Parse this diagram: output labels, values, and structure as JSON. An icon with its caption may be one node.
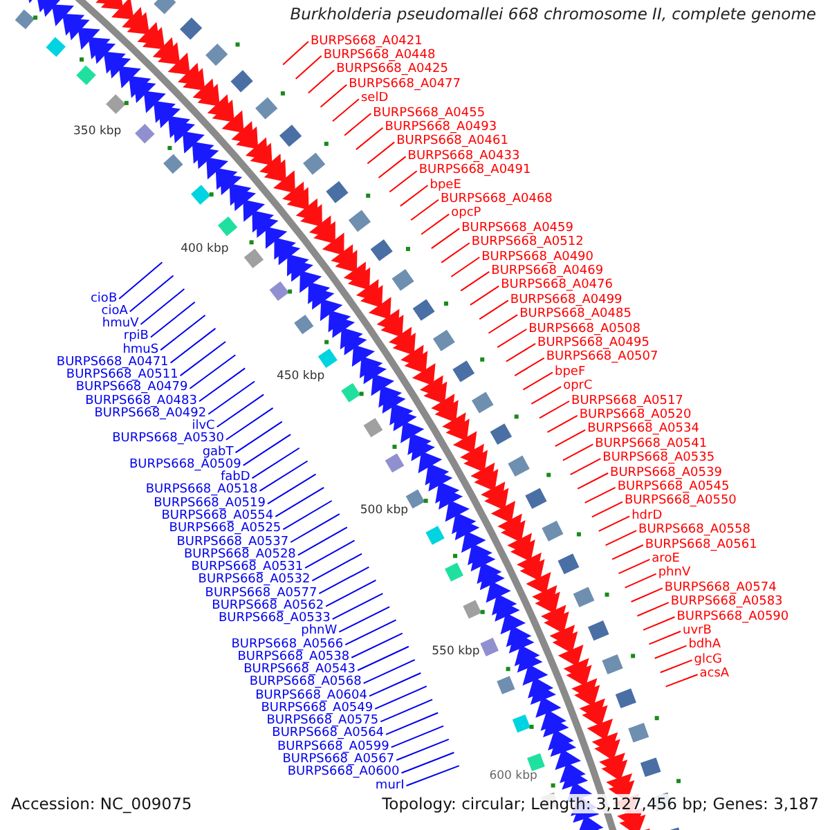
{
  "diagram": {
    "title": "Burkholderia pseudomallei 668 chromosome II, complete genome",
    "nodes": [
      {
        "text": [
          "BURPS668_A0421"
        ]
      },
      {
        "text": [
          "BURPS668_A0448"
        ]
      },
      {
        "text": [
          "BURPS668_A0425"
        ]
      },
      {
        "text": [
          "BURPS668_A0477"
        ]
      },
      {
        "text": [
          "selD"
        ]
      },
      {
        "text": [
          "BURPS668_A0455"
        ]
      },
      {
        "text": [
          "BURPS668_A0493"
        ]
      },
      {
        "text": [
          "BURPS668_A0461"
        ]
      },
      {
        "text": [
          "BURPS668_A0433"
        ]
      },
      {
        "text": [
          "BURPS668_A0491"
        ]
      },
      {
        "text": [
          "bpeE"
        ]
      },
      {
        "text": [
          "BURPS668_A0468"
        ]
      },
      {
        "text": [
          "opcP"
        ]
      },
      {
        "text": [
          "BURPS668_A0459"
        ]
      },
      {
        "text": [
          "BURPS668_A0512"
        ]
      },
      {
        "text": [
          "BURPS668_A0490"
        ]
      },
      {
        "text": [
          "BURPS668_A0469"
        ]
      },
      {
        "text": [
          "BURPS668_A0476"
        ]
      },
      {
        "text": [
          "BURPS668_A0499"
        ]
      },
      {
        "text": [
          "BURPS668_A0485"
        ]
      },
      {
        "text": [
          "BURPS668_A0508"
        ]
      },
      {
        "text": [
          "BURPS668_A0495"
        ]
      },
      {
        "text": [
          "BURPS668_A0507"
        ]
      },
      {
        "text": [
          "bpeF"
        ]
      },
      {
        "text": [
          "oprC"
        ]
      },
      {
        "text": [
          "BURPS668_A0517"
        ]
      },
      {
        "text": [
          "BURPS668_A0520"
        ]
      },
      {
        "text": [
          "BURPS668_A0534"
        ]
      },
      {
        "text": [
          "BURPS668_A0541"
        ]
      },
      {
        "text": [
          "BURPS668_A0535"
        ]
      },
      {
        "text": [
          "BURPS668_A0539"
        ]
      },
      {
        "text": [
          "BURPS668_A0545"
        ]
      },
      {
        "text": [
          "BURPS668_A0550"
        ]
      },
      {
        "text": [
          "hdrD"
        ]
      },
      {
        "text": [
          "BURPS668_A0558"
        ]
      },
      {
        "text": [
          "BURPS668_A0561"
        ]
      },
      {
        "text": [
          "aroE"
        ]
      },
      {
        "text": [
          "phnV"
        ]
      },
      {
        "text": [
          "BURPS668_A0574"
        ]
      },
      {
        "text": [
          "BURPS668_A0583"
        ]
      },
      {
        "text": [
          "BURPS668_A0590"
        ]
      },
      {
        "text": [
          "uvrB"
        ]
      },
      {
        "text": [
          "bdhA"
        ]
      },
      {
        "text": [
          "glcG"
        ]
      },
      {
        "text": [
          "acsA"
        ]
      },
      {
        "text": [
          "cioB"
        ]
      },
      {
        "text": [
          "cioA"
        ]
      },
      {
        "text": [
          "hmuV"
        ]
      },
      {
        "text": [
          "rpiB"
        ]
      },
      {
        "text": [
          "hmuS"
        ]
      },
      {
        "text": [
          "BURPS668_A0471"
        ]
      },
      {
        "text": [
          "BURPS668_A0511"
        ]
      },
      {
        "text": [
          "BURPS668_A0479"
        ]
      },
      {
        "text": [
          "BURPS668_A0483"
        ]
      },
      {
        "text": [
          "BURPS668_A0492"
        ]
      },
      {
        "text": [
          "ilvC"
        ]
      },
      {
        "text": [
          "BURPS668_A0530"
        ]
      },
      {
        "text": [
          "gabT"
        ]
      },
      {
        "text": [
          "BURPS668_A0509"
        ]
      },
      {
        "text": [
          "fabD"
        ]
      },
      {
        "text": [
          "BURPS668_A0518"
        ]
      },
      {
        "text": [
          "BURPS668_A0519"
        ]
      },
      {
        "text": [
          "BURPS668_A0554"
        ]
      },
      {
        "text": [
          "BURPS668_A0525"
        ]
      },
      {
        "text": [
          "BURPS668_A0537"
        ]
      },
      {
        "text": [
          "BURPS668_A0528"
        ]
      },
      {
        "text": [
          "BURPS668_A0531"
        ]
      },
      {
        "text": [
          "BURPS668_A0532"
        ]
      },
      {
        "text": [
          "BURPS668_A0577"
        ]
      },
      {
        "text": [
          "BURPS668_A0562"
        ]
      },
      {
        "text": [
          "BURPS668_A0533"
        ]
      },
      {
        "text": [
          "phnW"
        ]
      },
      {
        "text": [
          "BURPS668_A0566"
        ]
      },
      {
        "text": [
          "BURPS668_A0538"
        ]
      },
      {
        "text": [
          "BURPS668_A0543"
        ]
      },
      {
        "text": [
          "BURPS668_A0568"
        ]
      },
      {
        "text": [
          "BURPS668_A0604"
        ]
      },
      {
        "text": [
          "BURPS668_A0549"
        ]
      },
      {
        "text": [
          "BURPS668_A0575"
        ]
      },
      {
        "text": [
          "BURPS668_A0564"
        ]
      },
      {
        "text": [
          "BURPS668_A0599"
        ]
      },
      {
        "text": [
          "BURPS668_A0567"
        ]
      },
      {
        "text": [
          "BURPS668_A0600"
        ]
      },
      {
        "text": [
          "murI"
        ]
      }
    ],
    "edges": [
      {
        "from": 0,
        "to": null,
        "arrow": "none"
      },
      {
        "from": 1,
        "to": null,
        "arrow": "none"
      },
      {
        "from": 2,
        "to": null,
        "arrow": "none"
      },
      {
        "from": 3,
        "to": null,
        "arrow": "none"
      },
      {
        "from": 4,
        "to": null,
        "arrow": "none"
      },
      {
        "from": 5,
        "to": null,
        "arrow": "none"
      },
      {
        "from": 6,
        "to": null,
        "arrow": "none"
      },
      {
        "from": 7,
        "to": null,
        "arrow": "none"
      },
      {
        "from": 8,
        "to": null,
        "arrow": "none"
      },
      {
        "from": 9,
        "to": null,
        "arrow": "none"
      },
      {
        "from": 10,
        "to": null,
        "arrow": "none"
      },
      {
        "from": 11,
        "to": null,
        "arrow": "none"
      },
      {
        "from": 12,
        "to": null,
        "arrow": "none"
      },
      {
        "from": 13,
        "to": null,
        "arrow": "none"
      },
      {
        "from": 14,
        "to": null,
        "arrow": "none"
      },
      {
        "from": 15,
        "to": null,
        "arrow": "none"
      },
      {
        "from": 16,
        "to": null,
        "arrow": "none"
      },
      {
        "from": 17,
        "to": null,
        "arrow": "none"
      },
      {
        "from": 18,
        "to": null,
        "arrow": "none"
      },
      {
        "from": 19,
        "to": null,
        "arrow": "none"
      },
      {
        "from": 20,
        "to": null,
        "arrow": "none"
      },
      {
        "from": 21,
        "to": null,
        "arrow": "none"
      },
      {
        "from": 22,
        "to": null,
        "arrow": "none"
      },
      {
        "from": 23,
        "to": null,
        "arrow": "none"
      },
      {
        "from": 24,
        "to": null,
        "arrow": "none"
      },
      {
        "from": 25,
        "to": null,
        "arrow": "none"
      },
      {
        "from": 26,
        "to": null,
        "arrow": "none"
      },
      {
        "from": 27,
        "to": null,
        "arrow": "none"
      },
      {
        "from": 28,
        "to": null,
        "arrow": "none"
      },
      {
        "from": 29,
        "to": null,
        "arrow": "none"
      },
      {
        "from": 30,
        "to": null,
        "arrow": "none"
      },
      {
        "from": 31,
        "to": null,
        "arrow": "none"
      },
      {
        "from": 32,
        "to": null,
        "arrow": "none"
      },
      {
        "from": 33,
        "to": null,
        "arrow": "none"
      },
      {
        "from": 34,
        "to": null,
        "arrow": "none"
      },
      {
        "from": 35,
        "to": null,
        "arrow": "none"
      },
      {
        "from": 36,
        "to": null,
        "arrow": "none"
      },
      {
        "from": 37,
        "to": null,
        "arrow": "none"
      },
      {
        "from": 38,
        "to": null,
        "arrow": "none"
      },
      {
        "from": 39,
        "to": null,
        "arrow": "none"
      },
      {
        "from": 40,
        "to": null,
        "arrow": "none"
      },
      {
        "from": 41,
        "to": null,
        "arrow": "none"
      },
      {
        "from": 42,
        "to": null,
        "arrow": "none"
      },
      {
        "from": 43,
        "to": null,
        "arrow": "none"
      },
      {
        "from": 44,
        "to": null,
        "arrow": "none"
      },
      {
        "from": 45,
        "to": null,
        "arrow": "none",
        "color": "#0000ee"
      },
      {
        "from": 46,
        "to": null,
        "arrow": "none",
        "color": "#0000ee"
      },
      {
        "from": 47,
        "to": null,
        "arrow": "none",
        "color": "#0000ee"
      },
      {
        "from": 48,
        "to": null,
        "arrow": "none",
        "color": "#0000ee"
      },
      {
        "from": 49,
        "to": null,
        "arrow": "none",
        "color": "#0000ee"
      },
      {
        "from": 50,
        "to": null,
        "arrow": "none",
        "color": "#0000ee"
      },
      {
        "from": 51,
        "to": null,
        "arrow": "none",
        "color": "#0000ee"
      },
      {
        "from": 52,
        "to": null,
        "arrow": "none",
        "color": "#0000ee"
      },
      {
        "from": 53,
        "to": null,
        "arrow": "none",
        "color": "#0000ee"
      },
      {
        "from": 54,
        "to": null,
        "arrow": "none",
        "color": "#0000ee"
      },
      {
        "from": 55,
        "to": null,
        "arrow": "none",
        "color": "#0000ee"
      },
      {
        "from": 56,
        "to": null,
        "arrow": "none",
        "color": "#0000ee"
      },
      {
        "from": 57,
        "to": null,
        "arrow": "none",
        "color": "#0000ee"
      },
      {
        "from": 58,
        "to": null,
        "arrow": "none",
        "color": "#0000ee"
      },
      {
        "from": 59,
        "to": null,
        "arrow": "none",
        "color": "#0000ee"
      },
      {
        "from": 60,
        "to": null,
        "arrow": "none",
        "color": "#0000ee"
      },
      {
        "from": 61,
        "to": null,
        "arrow": "none",
        "color": "#0000ee"
      },
      {
        "from": 62,
        "to": null,
        "arrow": "none",
        "color": "#0000ee"
      },
      {
        "from": 63,
        "to": null,
        "arrow": "none",
        "color": "#0000ee"
      },
      {
        "from": 64,
        "to": null,
        "arrow": "none",
        "color": "#0000ee"
      },
      {
        "from": 65,
        "to": null,
        "arrow": "none",
        "color": "#0000ee"
      },
      {
        "from": 66,
        "to": null,
        "arrow": "none",
        "color": "#0000ee"
      },
      {
        "from": 67,
        "to": null,
        "arrow": "none",
        "color": "#0000ee"
      },
      {
        "from": 68,
        "to": null,
        "arrow": "none",
        "color": "#0000ee"
      },
      {
        "from": 69,
        "to": null,
        "arrow": "none",
        "color": "#0000ee"
      },
      {
        "from": 70,
        "to": null,
        "arrow": "none",
        "color": "#0000ee"
      },
      {
        "from": 71,
        "to": null,
        "arrow": "none",
        "color": "#0000ee"
      },
      {
        "from": 72,
        "to": null,
        "arrow": "none",
        "color": "#0000ee"
      },
      {
        "from": 73,
        "to": null,
        "arrow": "none",
        "color": "#0000ee"
      },
      {
        "from": 74,
        "to": null,
        "arrow": "none",
        "color": "#0000ee"
      },
      {
        "from": 75,
        "to": null,
        "arrow": "none",
        "color": "#0000ee"
      },
      {
        "from": 76,
        "to": null,
        "arrow": "none",
        "color": "#0000ee"
      },
      {
        "from": 77,
        "to": null,
        "arrow": "none",
        "color": "#0000ee"
      },
      {
        "from": 78,
        "to": null,
        "arrow": "none",
        "color": "#0000ee"
      },
      {
        "from": 79,
        "to": null,
        "arrow": "none",
        "color": "#0000ee"
      },
      {
        "from": 80,
        "to": null,
        "arrow": "none",
        "color": "#0000ee"
      },
      {
        "from": 81,
        "to": null,
        "arrow": "none",
        "color": "#0000ee"
      },
      {
        "from": 82,
        "to": null,
        "arrow": "none",
        "color": "#0000ee"
      },
      {
        "from": 83,
        "to": null,
        "arrow": "none",
        "color": "#0000ee"
      }
    ],
    "labels": [
      "350 kbp",
      "400 kbp",
      "450 kbp",
      "500 kbp",
      "550 kbp",
      "600 kbp",
      "Accession: NC_009075",
      "Topology: circular; Length: 3,127,456 bp; Genes: 3,187"
    ]
  }
}
